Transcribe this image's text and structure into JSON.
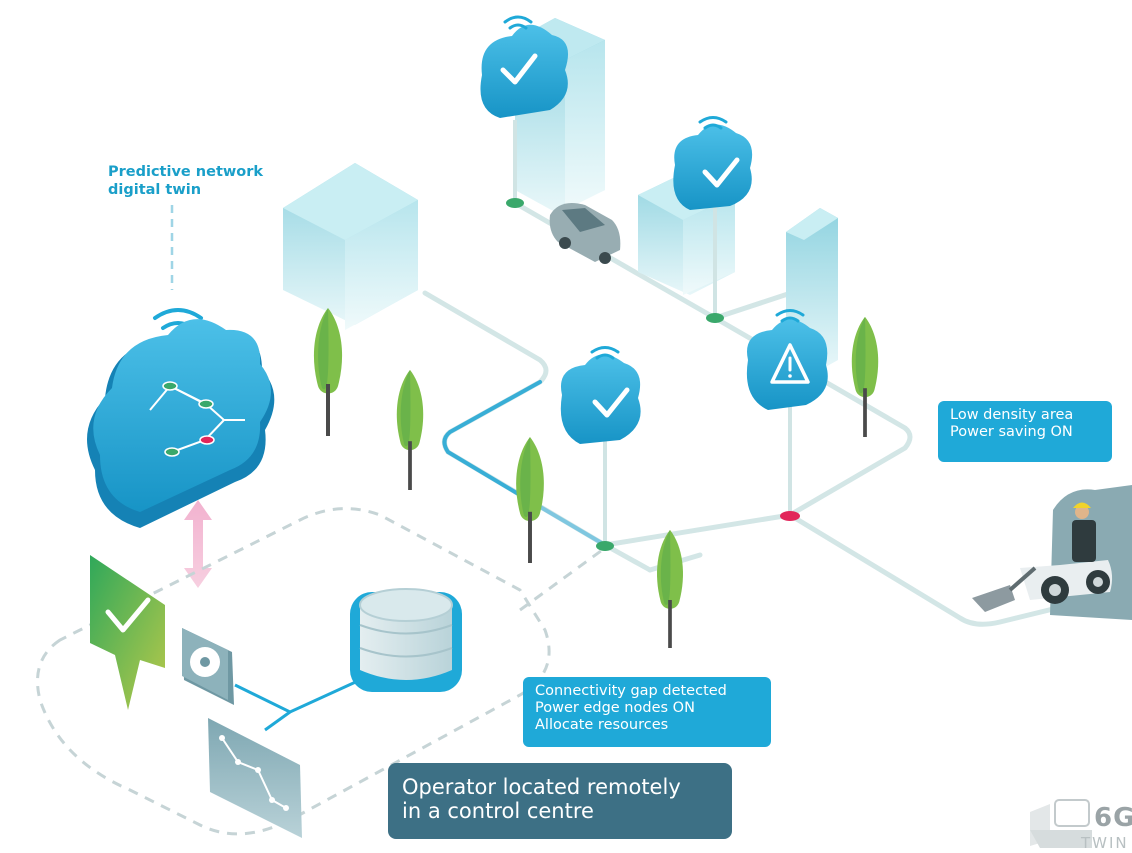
{
  "digital_twin": {
    "title_line1": "Predictive network",
    "title_line2": "digital twin"
  },
  "low_density_callout": {
    "line1": "Low density area",
    "line2": "Power saving ON"
  },
  "gap_callout": {
    "line1": "Connectivity gap detected",
    "line2": "Power edge nodes ON",
    "line3": "Allocate resources"
  },
  "operator_callout": {
    "line1": "Operator located remotely",
    "line2": "in a control centre"
  },
  "logo": {
    "mark": "6G",
    "sub": "TWIN"
  },
  "colors": {
    "cloud": "#1fa9d8",
    "road": "#cfe2e2",
    "node_ok": "#3aa86b",
    "node_alert": "#e2265a",
    "building": "#a8dde6",
    "tree": "#7fbf4a",
    "operator_box": "#3d7085",
    "arrow": "#f3b6d3"
  },
  "icons": [
    "check-icon",
    "warning-icon",
    "wifi-icon",
    "database-icon",
    "graph-icon",
    "camera-icon"
  ]
}
